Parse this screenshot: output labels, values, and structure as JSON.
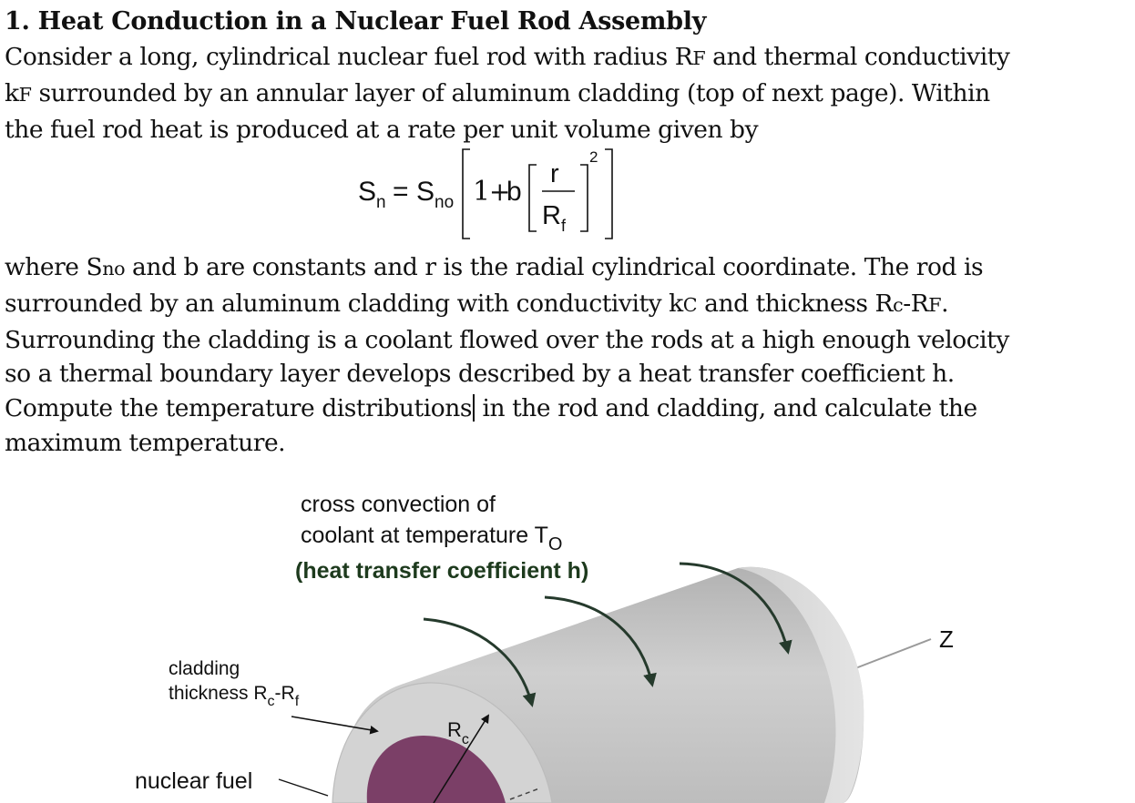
{
  "heading": "1. Heat Conduction in a Nuclear Fuel Rod Assembly",
  "para1": {
    "line1_a": "Consider a long, cylindrical nuclear fuel rod with radius R",
    "line1_sub": "F",
    "line1_b": " and thermal conductivity",
    "line2_a": "k",
    "line2_sub": "F",
    "line2_b": " surrounded by an annular layer of aluminum cladding (top of next page). Within",
    "line3": "the fuel rod heat is produced at a rate per unit volume given by"
  },
  "equation": {
    "lhs": "S",
    "lhs_sub": "n",
    "equals": "=",
    "s0": "S",
    "s0_sub": "no",
    "one": "1",
    "plus": "+",
    "b": "b",
    "num": "r",
    "den": "R",
    "den_sub": "f",
    "exponent": "2"
  },
  "para2": {
    "l1_a": "where S",
    "l1_sub": "no",
    "l1_b": " and b are constants and r is the radial cylindrical coordinate. The rod is",
    "l2_a": "surrounded by an aluminum cladding with conductivity k",
    "l2_sub1": "C",
    "l2_b": " and thickness R",
    "l2_sub2": "c",
    "l2_c": "-R",
    "l2_sub3": "F",
    "l2_d": ".",
    "l3": "Surrounding the cladding is a coolant flowed over the rods at a high enough velocity",
    "l4": "so a thermal boundary layer develops described by a heat transfer coefficient h.",
    "l5_a": "Compute the temperature distributions",
    "l5_b": " in the rod and cladding, and calculate the",
    "l6": "maximum temperature."
  },
  "figure": {
    "coolant_line1": "cross convection of",
    "coolant_line2": "coolant at temperature T",
    "coolant_sub": "O",
    "htc": "(heat transfer coefficient h)",
    "axis_z": "Z",
    "clad_line1": "cladding",
    "clad_line2": "thickness R",
    "clad_sub1": "c",
    "clad_dash": "-R",
    "clad_sub2": "f",
    "rc_label": "R",
    "rc_sub": "c",
    "fuel_label": "nuclear fuel",
    "colors": {
      "cylinder": "#c4c4c4",
      "cladding_face": "#d0d0d0",
      "fuel": "#7b3f67",
      "arrows": "#253a2c",
      "htc_text": "#1d3a1d"
    }
  }
}
